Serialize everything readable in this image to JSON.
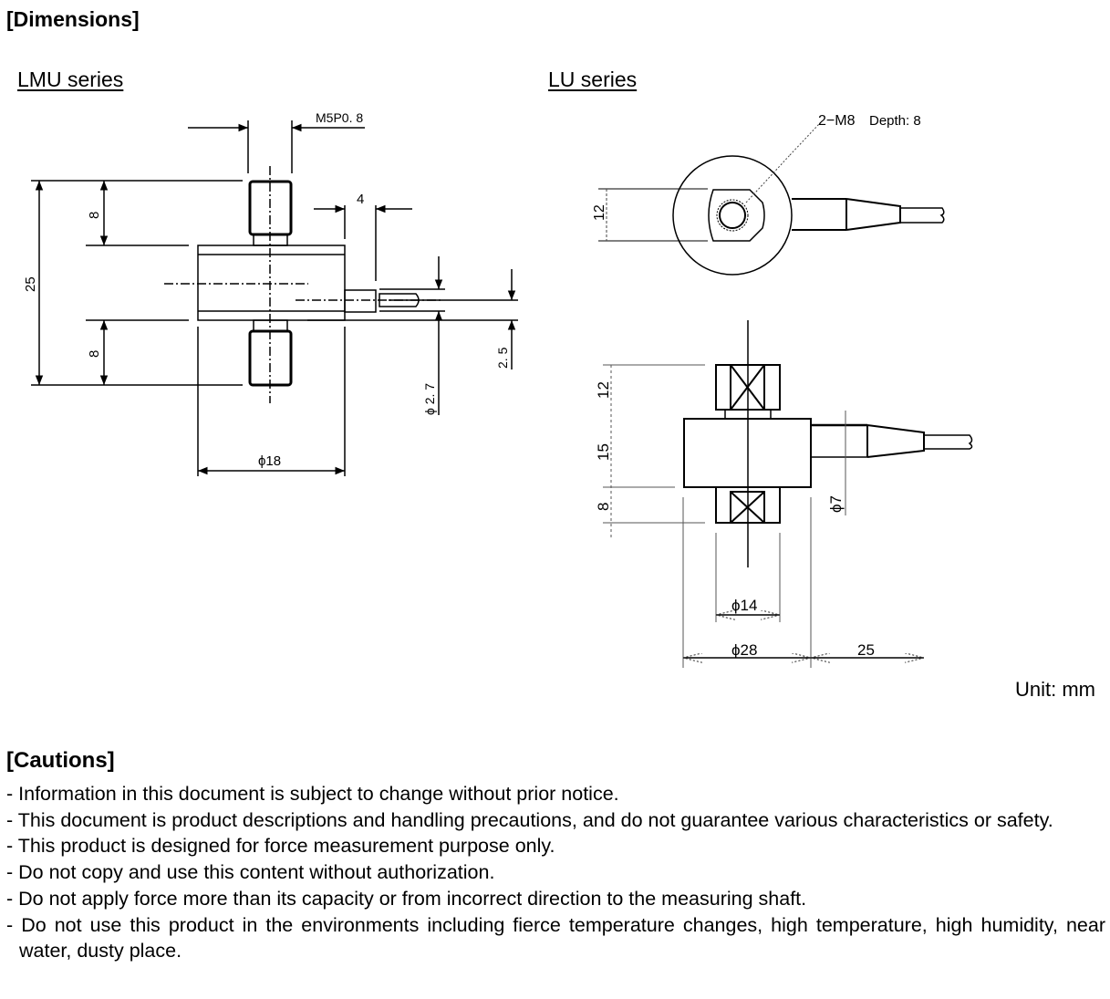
{
  "dimensions": {
    "heading": "[Dimensions]",
    "unit_label": "Unit: mm",
    "lmu": {
      "title": "LMU series",
      "labels": {
        "thread": "M5P0. 8",
        "shaft_len": "4",
        "height_total": "25",
        "top_len": "8",
        "bottom_len": "8",
        "diameter": "ϕ18",
        "shaft_dia": "ϕ 2. 7",
        "shaft_offset": "2. 5"
      }
    },
    "lu": {
      "title": "LU series",
      "labels": {
        "thread": "2−M8",
        "depth": "Depth: 8",
        "hex_width": "12",
        "top_len": "12",
        "body_height": "15",
        "bottom_len": "8",
        "cable_dia": "ϕ7",
        "inner_dia": "ϕ14",
        "outer_dia": "ϕ28",
        "cable_len": "25"
      }
    }
  },
  "cautions": {
    "heading": "[Cautions]",
    "items": [
      "- Information in this document is subject to change without prior notice.",
      "- This document is product descriptions and handling precautions, and do not guarantee various characteristics or safety.",
      "- This product is designed for force measurement purpose only.",
      "- Do not copy and use this content without authorization.",
      "- Do not apply force more than its capacity or from incorrect direction to the measuring shaft.",
      "- Do not use this product in the environments including fierce temperature changes, high temperature, high humidity, near water, dusty place."
    ]
  }
}
